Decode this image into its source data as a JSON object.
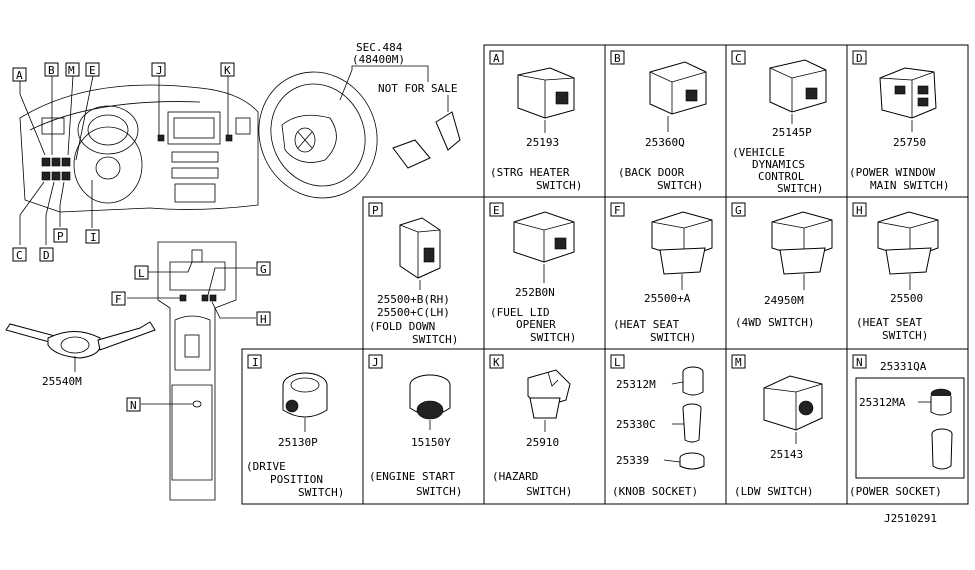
{
  "overview": {
    "sec_ref": "SEC.484",
    "sec_sub": "(48400M)",
    "not_for_sale": "NOT FOR SALE",
    "stalk_part": "25540M",
    "callouts": [
      "A",
      "B",
      "M",
      "E",
      "J",
      "K",
      "C",
      "D",
      "P",
      "I",
      "L",
      "G",
      "F",
      "H",
      "N"
    ]
  },
  "panels": [
    {
      "letter": "A",
      "part": "25193",
      "title": [
        "(STRG HEATER",
        "SWITCH)"
      ]
    },
    {
      "letter": "B",
      "part": "25360Q",
      "title": [
        "(BACK DOOR",
        "SWITCH)"
      ]
    },
    {
      "letter": "C",
      "part": "25145P",
      "title": [
        "(VEHICLE",
        "DYNAMICS",
        "CONTROL",
        "SWITCH)"
      ]
    },
    {
      "letter": "D",
      "part": "25750",
      "title": [
        "(POWER WINDOW",
        "MAIN SWITCH)"
      ]
    },
    {
      "letter": "P",
      "part": [
        "25500+B(RH)",
        "25500+C(LH)"
      ],
      "title": [
        "(FOLD DOWN",
        "SWITCH)"
      ]
    },
    {
      "letter": "E",
      "part": "252B0N",
      "title": [
        "(FUEL LID",
        "OPENER",
        "SWITCH)"
      ]
    },
    {
      "letter": "F",
      "part": "25500+A",
      "title": [
        "(HEAT SEAT",
        "SWITCH)"
      ]
    },
    {
      "letter": "G",
      "part": "24950M",
      "title": [
        "(4WD SWITCH)"
      ]
    },
    {
      "letter": "H",
      "part": "25500",
      "title": [
        "(HEAT SEAT",
        "SWITCH)"
      ]
    },
    {
      "letter": "I",
      "part": "25130P",
      "title": [
        "(DRIVE",
        "POSITION",
        "SWITCH)"
      ]
    },
    {
      "letter": "J",
      "part": "15150Y",
      "title": [
        "(ENGINE START",
        "SWITCH)"
      ]
    },
    {
      "letter": "K",
      "part": "25910",
      "title": [
        "(HAZARD",
        "SWITCH)"
      ]
    },
    {
      "letter": "L",
      "parts": [
        "25312M",
        "25330C",
        "25339"
      ],
      "title": [
        "(KNOB SOCKET)"
      ]
    },
    {
      "letter": "M",
      "part": "25143",
      "title": [
        "(LDW SWITCH)"
      ]
    },
    {
      "letter": "N",
      "parts": [
        "25331QA",
        "25312MA"
      ],
      "title": [
        "(POWER SOCKET)"
      ]
    }
  ],
  "diagram_code": "J2510291"
}
